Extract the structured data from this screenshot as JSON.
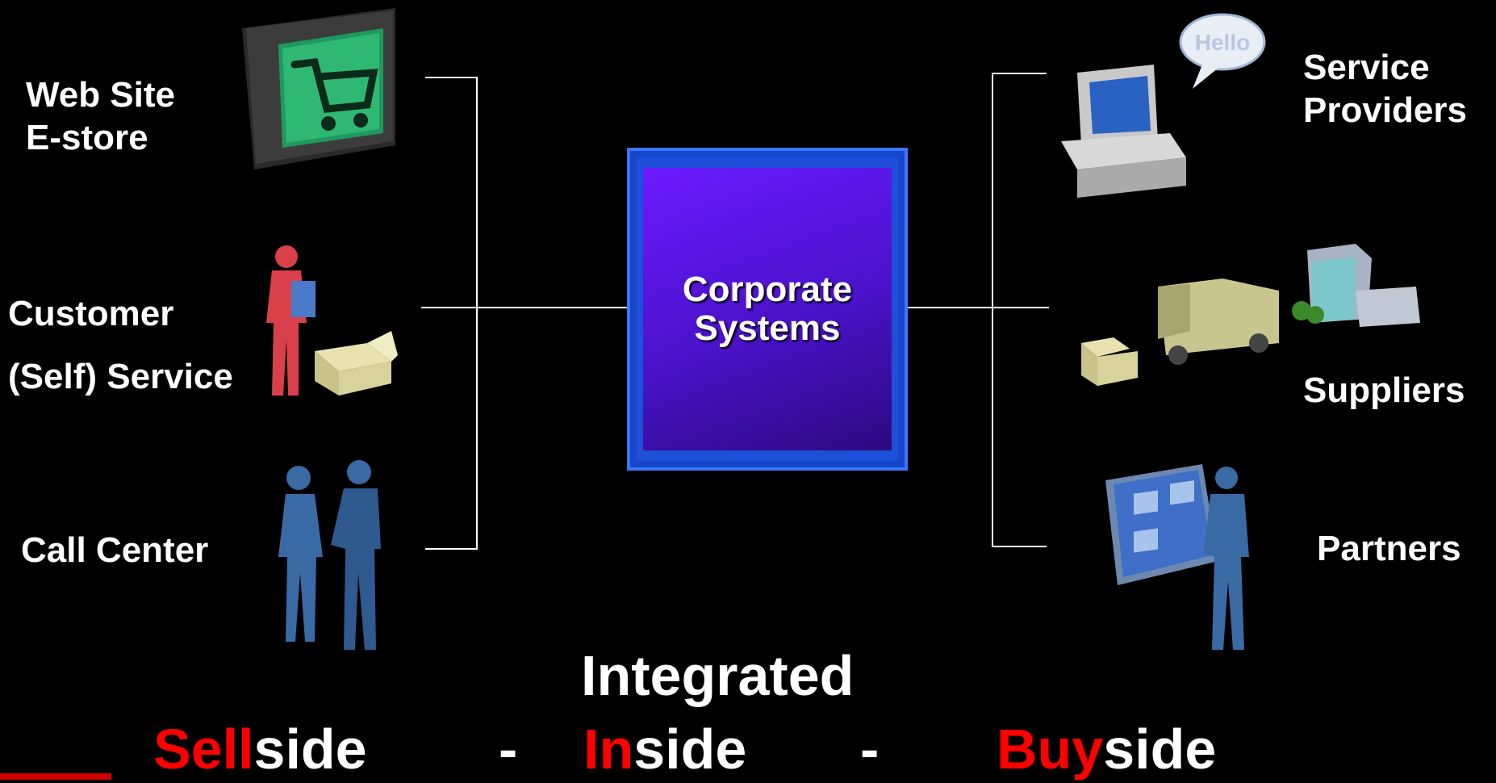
{
  "left": {
    "web_site": [
      "Web Site",
      "E-store"
    ],
    "customer": [
      "Customer",
      "(Self) Service"
    ],
    "call_center": "Call Center"
  },
  "center": {
    "line1": "Corporate",
    "line2": "Systems"
  },
  "right": {
    "service_providers": [
      "Service",
      "Providers"
    ],
    "suppliers": "Suppliers",
    "partners": "Partners",
    "hello_bubble": "Hello"
  },
  "footer": {
    "title": "Integrated",
    "sell_red": "Sell",
    "sell_rest": "side",
    "dash1": "-",
    "in_red": "In",
    "in_rest": "side",
    "dash2": "-",
    "buy_red": "Buy",
    "buy_rest": "side"
  },
  "colors": {
    "accent_red": "#ff0000",
    "box_blue": "#1d4fd8",
    "box_purple": "#5a16e0"
  },
  "icons": [
    "shopping-cart-monitor-icon",
    "person-with-box-icon",
    "two-people-icon",
    "computer-hello-icon",
    "truck-building-icon",
    "person-with-board-icon"
  ]
}
